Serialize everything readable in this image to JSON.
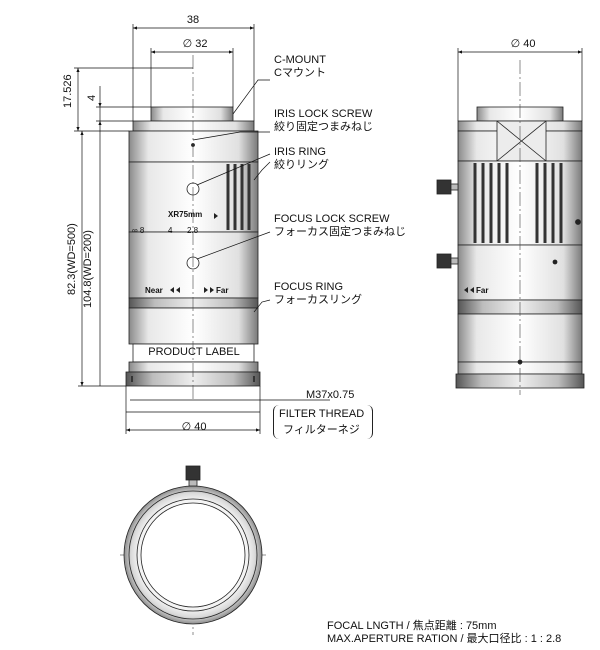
{
  "dimensions": {
    "overall_width": "38",
    "mount_diameter": "∅ 32",
    "flange_height": "17.526",
    "mount_step": "4",
    "body_length": "82.3(WD=500)",
    "total_length": "104.8(WD=200)",
    "thread": "M37x0.75",
    "bottom_diameter": "∅ 40",
    "side_diameter": "∅ 40"
  },
  "callouts": {
    "c_mount_en": "C-MOUNT",
    "c_mount_jp": "Cマウント",
    "iris_lock_en": "IRIS LOCK SCREW",
    "iris_lock_jp": "絞り固定つまみねじ",
    "iris_ring_en": "IRIS RING",
    "iris_ring_jp": "絞りリング",
    "focus_lock_en": "FOCUS LOCK SCREW",
    "focus_lock_jp": "フォーカス固定つまみねじ",
    "focus_ring_en": "FOCUS RING",
    "focus_ring_jp": "フォーカスリング",
    "filter_thread_en": "FILTER THREAD",
    "filter_thread_jp": "フィルターネジ"
  },
  "lens_markings": {
    "model": "XR75mm",
    "fnumbers": [
      "∞ 8",
      "4",
      "2.8"
    ],
    "near": "Near",
    "far": "Far",
    "side_far": "Far",
    "product_label": "PRODUCT LABEL"
  },
  "specs": {
    "focal_length": "FOCAL LNGTH / 焦点距離 : 75mm",
    "max_aperture": "MAX.APERTURE RATION / 最大口径比 : 1 : 2.8"
  }
}
